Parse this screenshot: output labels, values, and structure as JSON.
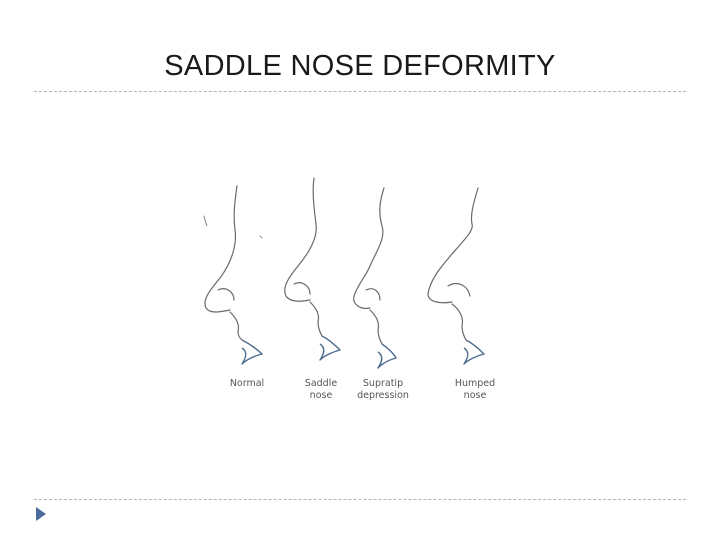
{
  "slide": {
    "title": "SADDLE NOSE DEFORMITY"
  },
  "figure": {
    "profiles": [
      {
        "caption_line1": "Normal",
        "caption_line2": ""
      },
      {
        "caption_line1": "Saddle",
        "caption_line2": "nose"
      },
      {
        "caption_line1": "Supratip",
        "caption_line2": "depression"
      },
      {
        "caption_line1": "Humped",
        "caption_line2": "nose"
      }
    ]
  },
  "colors": {
    "bullet_accent": "#4a6a9a",
    "divider": "#b5b5b5",
    "lip_blue": "#4d6b8f"
  },
  "icons": {
    "bullet": "right-triangle-bullet-icon"
  }
}
